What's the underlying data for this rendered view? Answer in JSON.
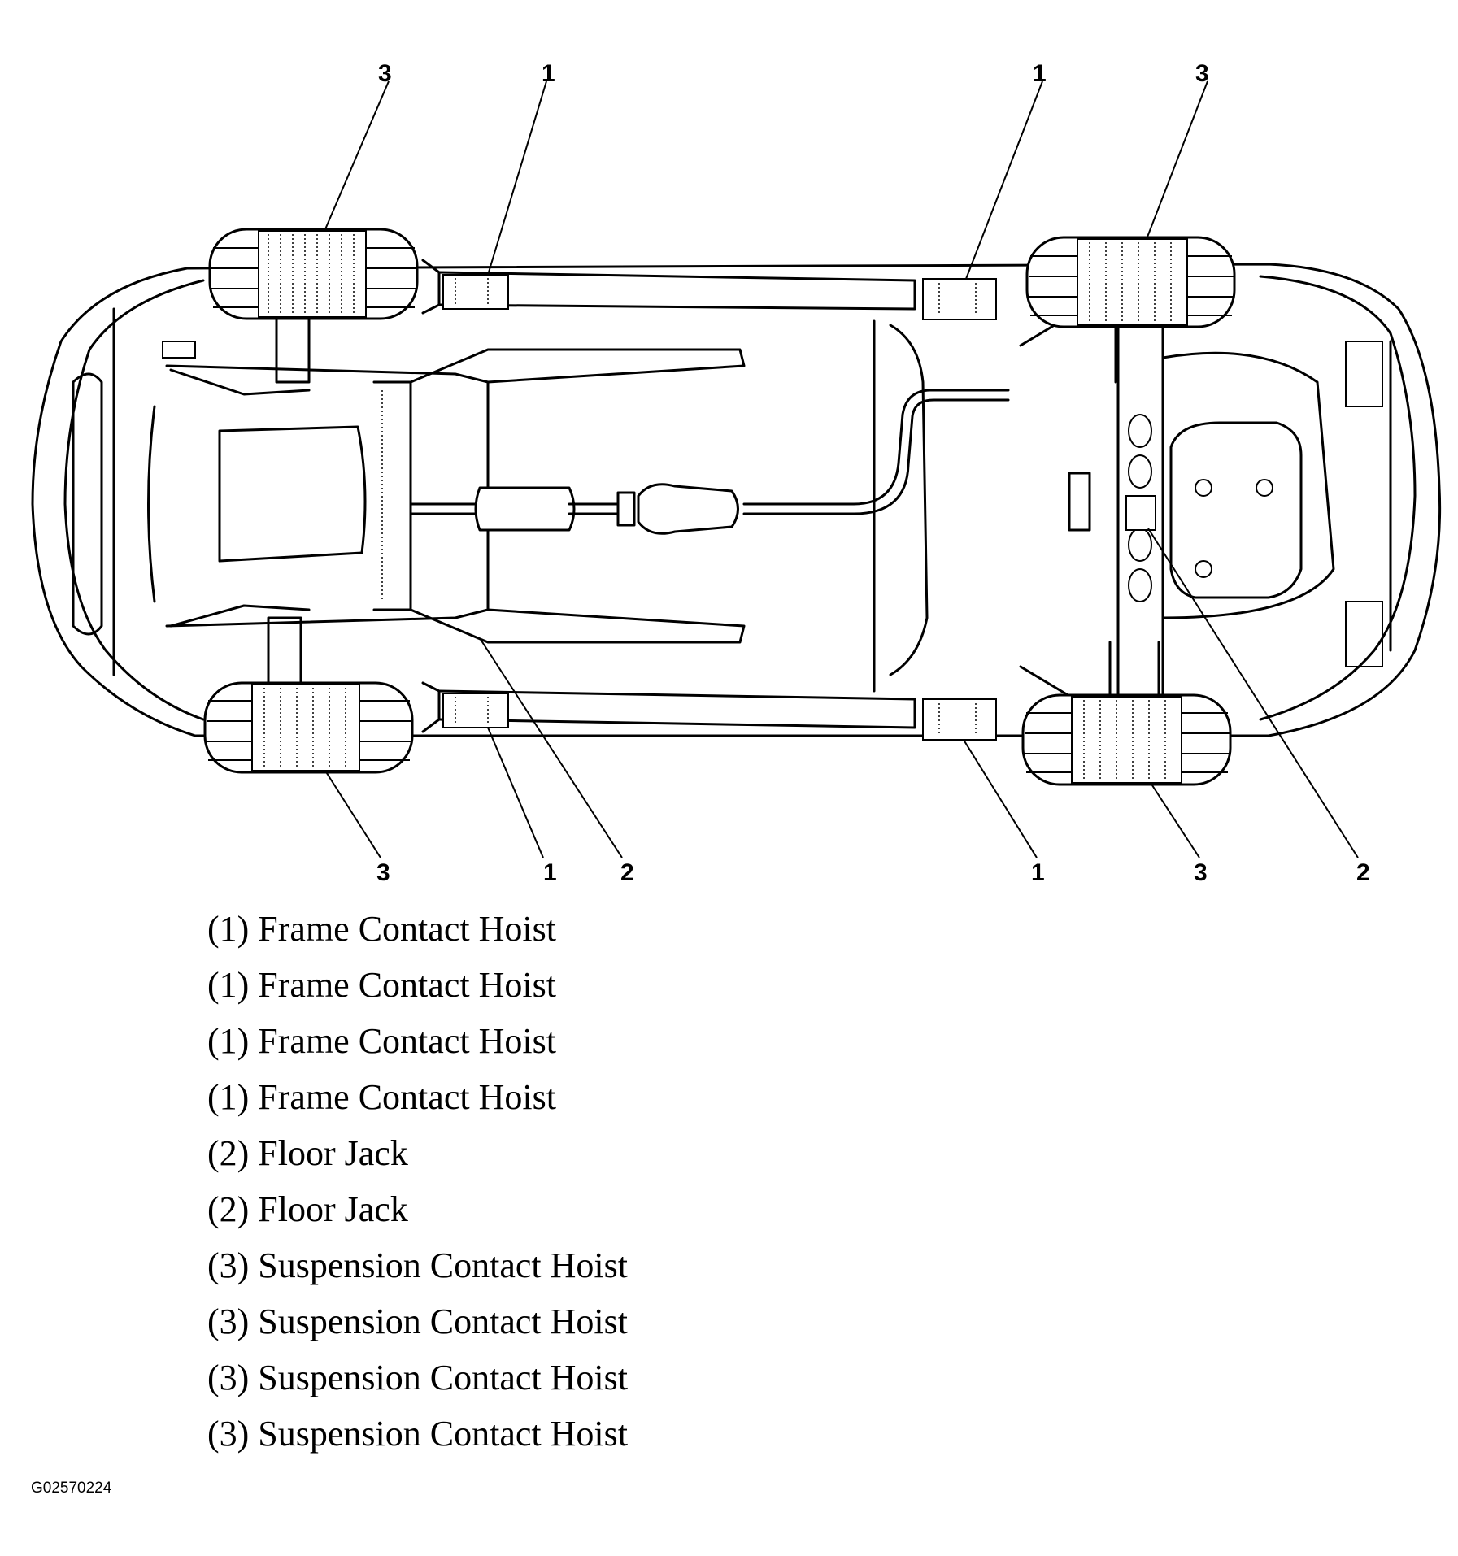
{
  "callouts": {
    "top_front_wheel": "3",
    "top_front_frame": "1",
    "top_rear_frame": "1",
    "top_rear_wheel": "3",
    "bottom_front_wheel": "3",
    "bottom_front_frame": "1",
    "bottom_front_jack": "2",
    "bottom_rear_frame": "1",
    "bottom_rear_wheel": "3",
    "bottom_rear_jack": "2"
  },
  "legend": [
    "(1) Frame Contact Hoist",
    "(1) Frame Contact Hoist",
    "(1) Frame Contact Hoist",
    "(1) Frame Contact Hoist",
    "(2) Floor Jack",
    "(2) Floor Jack",
    "(3) Suspension Contact Hoist",
    "(3) Suspension Contact Hoist",
    "(3) Suspension Contact Hoist",
    "(3) Suspension Contact Hoist"
  ],
  "figure_id": "G02570224"
}
